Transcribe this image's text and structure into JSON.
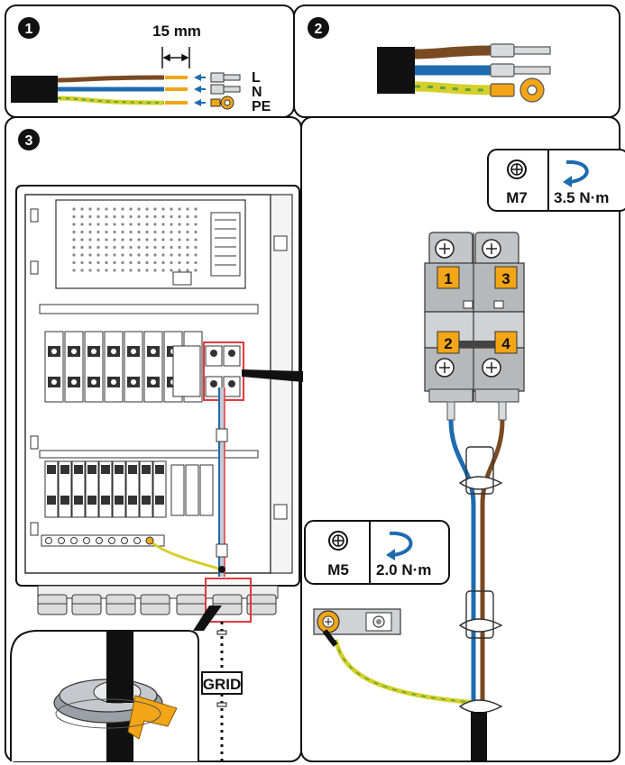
{
  "steps": [
    "1",
    "2",
    "3"
  ],
  "strip_length": "15 mm",
  "wire_labels": [
    "L",
    "N",
    "PE"
  ],
  "breaker_terminals": [
    "1",
    "3",
    "2",
    "4"
  ],
  "screw_m7": "M7",
  "torque_m7": "3.5 N·m",
  "screw_m5": "M5",
  "torque_m5": "2.0 N·m",
  "cable_tag": "GRID",
  "colors": {
    "brown": "#7a4a22",
    "blue": "#1e6bb0",
    "yellow": "#d4cf2a",
    "green": "#5ba33a",
    "orange": "#f2a517",
    "gray": "#b9bcbf",
    "red": "#e0393e"
  }
}
